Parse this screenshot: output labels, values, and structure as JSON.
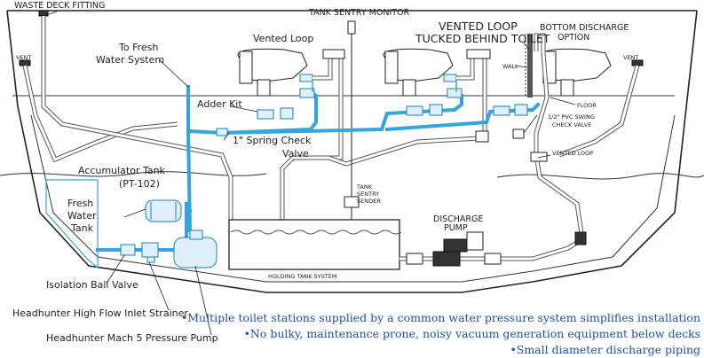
{
  "labels": {
    "waste_deck_fitting": "WASTE DECK FITTING",
    "tank_sentry_monitor": "TANK SENTRY MONITOR",
    "vented_loop_top": "Vented Loop",
    "vented_loop_caps": "VENTED LOOP",
    "tucked_behind_toilet": "TUCKED BEHIND TOILET",
    "bottom_discharge_1": "BOTTOM DISCHARGE",
    "bottom_discharge_2": "OPTION",
    "vent_left": "VENT",
    "vent_right": "VENT",
    "to_fresh_1": "To Fresh",
    "to_fresh_2": "Water System",
    "wall": "WALL",
    "adder_kit": "Adder Kit",
    "floor": "FLOOR",
    "swing_check_1": "1/2\" PVC SWING",
    "swing_check_2": "CHECK VALVE",
    "spring_check_1": "1\" Spring Check",
    "spring_check_2": "Valve",
    "vented_loop_right": "VENTED LOOP",
    "accumulator_1": "Accumulator Tank",
    "accumulator_2": "(PT-102)",
    "tank_sentry_sender_1": "TANK",
    "tank_sentry_sender_2": "SENTRY",
    "tank_sentry_sender_3": "SENDER",
    "fresh_water_tank_1": "Fresh",
    "fresh_water_tank_2": "Water",
    "fresh_water_tank_3": "Tank",
    "discharge_pump_1": "DISCHARGE",
    "discharge_pump_2": "PUMP",
    "isolation_ball_valve": "Isolation Ball Valve",
    "holding_tank_system": "HOLDING TANK SYSTEM",
    "inlet_strainer": "Headhunter High Flow Inlet Strainer",
    "pressure_pump": "Headhunter Mach 5 Pressure Pump"
  },
  "captions": [
    "•Multiple toilet stations supplied by a common water pressure system simplifies installation",
    "•No bulky, maintenance prone, noisy vacuum generation equipment below decks",
    "•Small diameter discharge piping"
  ],
  "colors": {
    "water_line": "#36a5dd",
    "caption_text": "#1f4fa8"
  }
}
